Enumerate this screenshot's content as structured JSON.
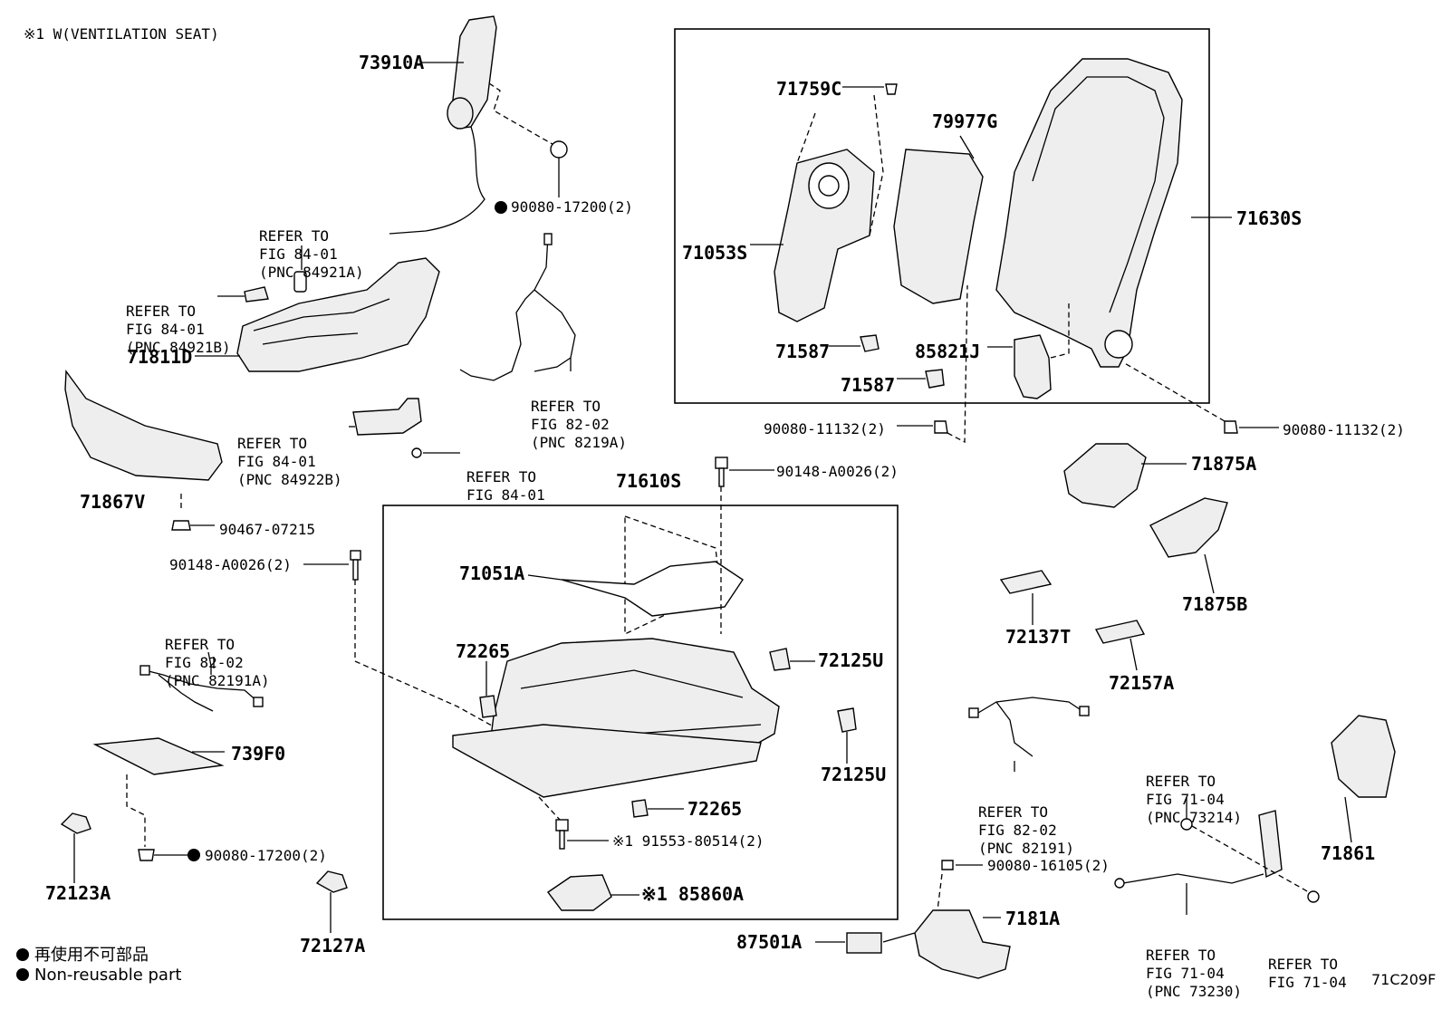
{
  "header_note": "※1 W(VENTILATION SEAT)",
  "figure_code": "71C209F",
  "legend": {
    "item1": "再使用不可部品",
    "item2": "Non-reusable part"
  },
  "parts": {
    "p73910A": "73910A",
    "p90080_17200_top": "90080-17200(2)",
    "p71811D": "71811D",
    "p71867V": "71867V",
    "p90467_07215": "90467-07215",
    "p90148_A0026_left": "90148-A0026(2)",
    "p739F0": "739F0",
    "p90080_17200_bottom": "90080-17200(2)",
    "p72123A": "72123A",
    "p72127A": "72127A",
    "p71759C": "71759C",
    "p79977G": "79977G",
    "p71053S": "71053S",
    "p71630S": "71630S",
    "p71587_a": "71587",
    "p71587_b": "71587",
    "p85821J": "85821J",
    "p90080_11132_left": "90080-11132(2)",
    "p90080_11132_right": "90080-11132(2)",
    "p71610S": "71610S",
    "p90148_A0026_mid": "90148-A0026(2)",
    "p71051A": "71051A",
    "p72265_a": "72265",
    "p72265_b": "72265",
    "p72125U_a": "72125U",
    "p72125U_b": "72125U",
    "p91553": "※1 91553-80514(2)",
    "p85860A": "※1 85860A",
    "p71875A": "71875A",
    "p71875B": "71875B",
    "p72137T": "72137T",
    "p72157A": "72157A",
    "p71861": "71861",
    "p90080_16105": "90080-16105(2)",
    "p7181A": "7181A",
    "p87501A": "87501A"
  },
  "refs": {
    "r1": [
      "REFER TO",
      "FIG 84-01",
      "(PNC 84921A)"
    ],
    "r2": [
      "REFER TO",
      "FIG 84-01",
      "(PNC 84921B)"
    ],
    "r3": [
      "REFER TO",
      "FIG 84-01",
      "(PNC 84922B)"
    ],
    "r4": [
      "REFER TO",
      "FIG 84-01"
    ],
    "r5": [
      "REFER TO",
      "FIG 82-02",
      "(PNC 8219A)"
    ],
    "r6": [
      "REFER TO",
      "FIG 82-02",
      "(PNC 82191A)"
    ],
    "r7": [
      "REFER TO",
      "FIG 82-02",
      "(PNC 82191)"
    ],
    "r8": [
      "REFER TO",
      "FIG 71-04",
      "(PNC 73214)"
    ],
    "r9": [
      "REFER TO",
      "FIG 71-04",
      "(PNC 73230)"
    ],
    "r10": [
      "REFER TO",
      "FIG 71-04"
    ]
  }
}
